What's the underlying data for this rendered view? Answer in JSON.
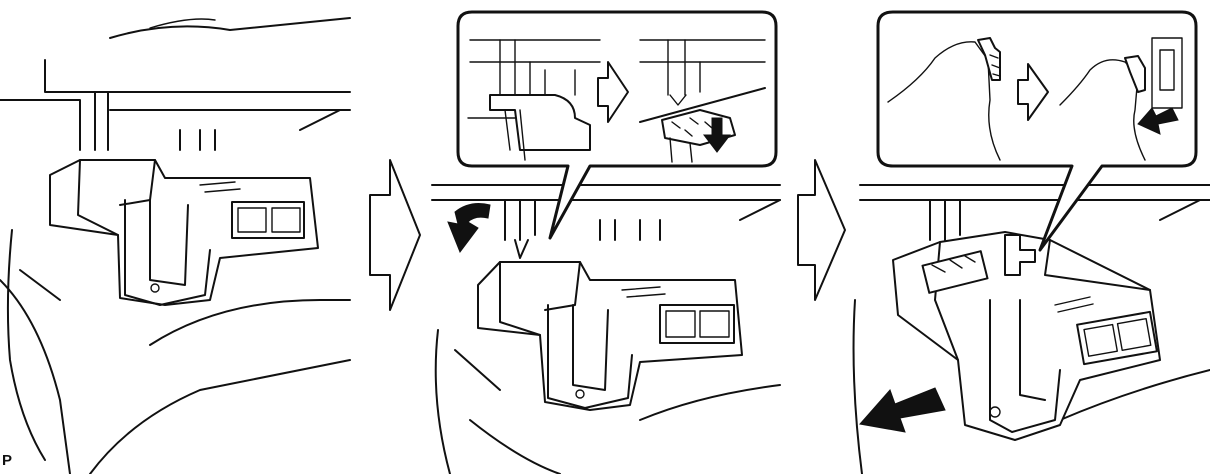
{
  "figure": {
    "code": "P"
  },
  "steps": [
    {
      "name": "initial-position",
      "callout": false
    },
    {
      "name": "release-claw-push-down",
      "callout": true
    },
    {
      "name": "pull-out-module",
      "callout": true
    }
  ],
  "colors": {
    "line": "#111111",
    "background": "#ffffff"
  }
}
